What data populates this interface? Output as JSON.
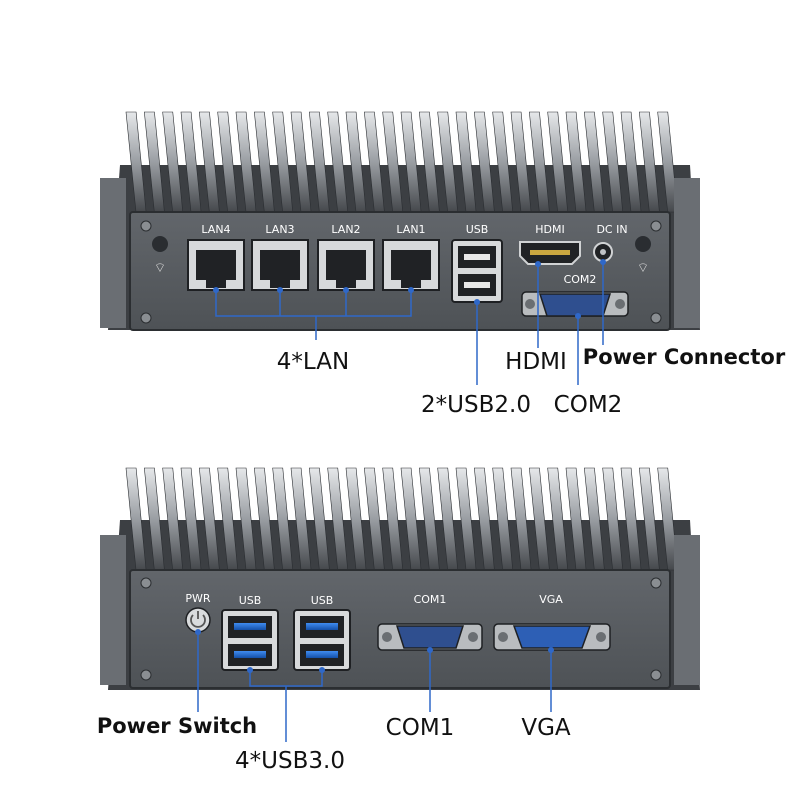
{
  "top_panel": {
    "port_labels": {
      "lan4": "LAN4",
      "lan3": "LAN3",
      "lan2": "LAN2",
      "lan1": "LAN1",
      "usb": "USB",
      "hdmi": "HDMI",
      "dc_in": "DC IN",
      "com2": "COM2"
    },
    "callouts": {
      "lan": "4*LAN",
      "hdmi": "HDMI",
      "power_connector": "Power Connector",
      "usb2": "2*USB2.0",
      "com2": "COM2"
    }
  },
  "bottom_panel": {
    "port_labels": {
      "pwr": "PWR",
      "usb_left": "USB",
      "usb_right": "USB",
      "com1": "COM1",
      "vga": "VGA"
    },
    "callouts": {
      "power_switch": "Power Switch",
      "com1": "COM1",
      "vga": "VGA",
      "usb3": "4*USB3.0"
    }
  },
  "colors": {
    "chassis": "#5c6066",
    "panel": "#55595e",
    "fin_light": "#cfd2d6",
    "fin_dark": "#2a2d31",
    "usb3_blue": "#1c6fd8",
    "vga_blue": "#2d5fb5",
    "callout_line": "#2f68c9"
  }
}
